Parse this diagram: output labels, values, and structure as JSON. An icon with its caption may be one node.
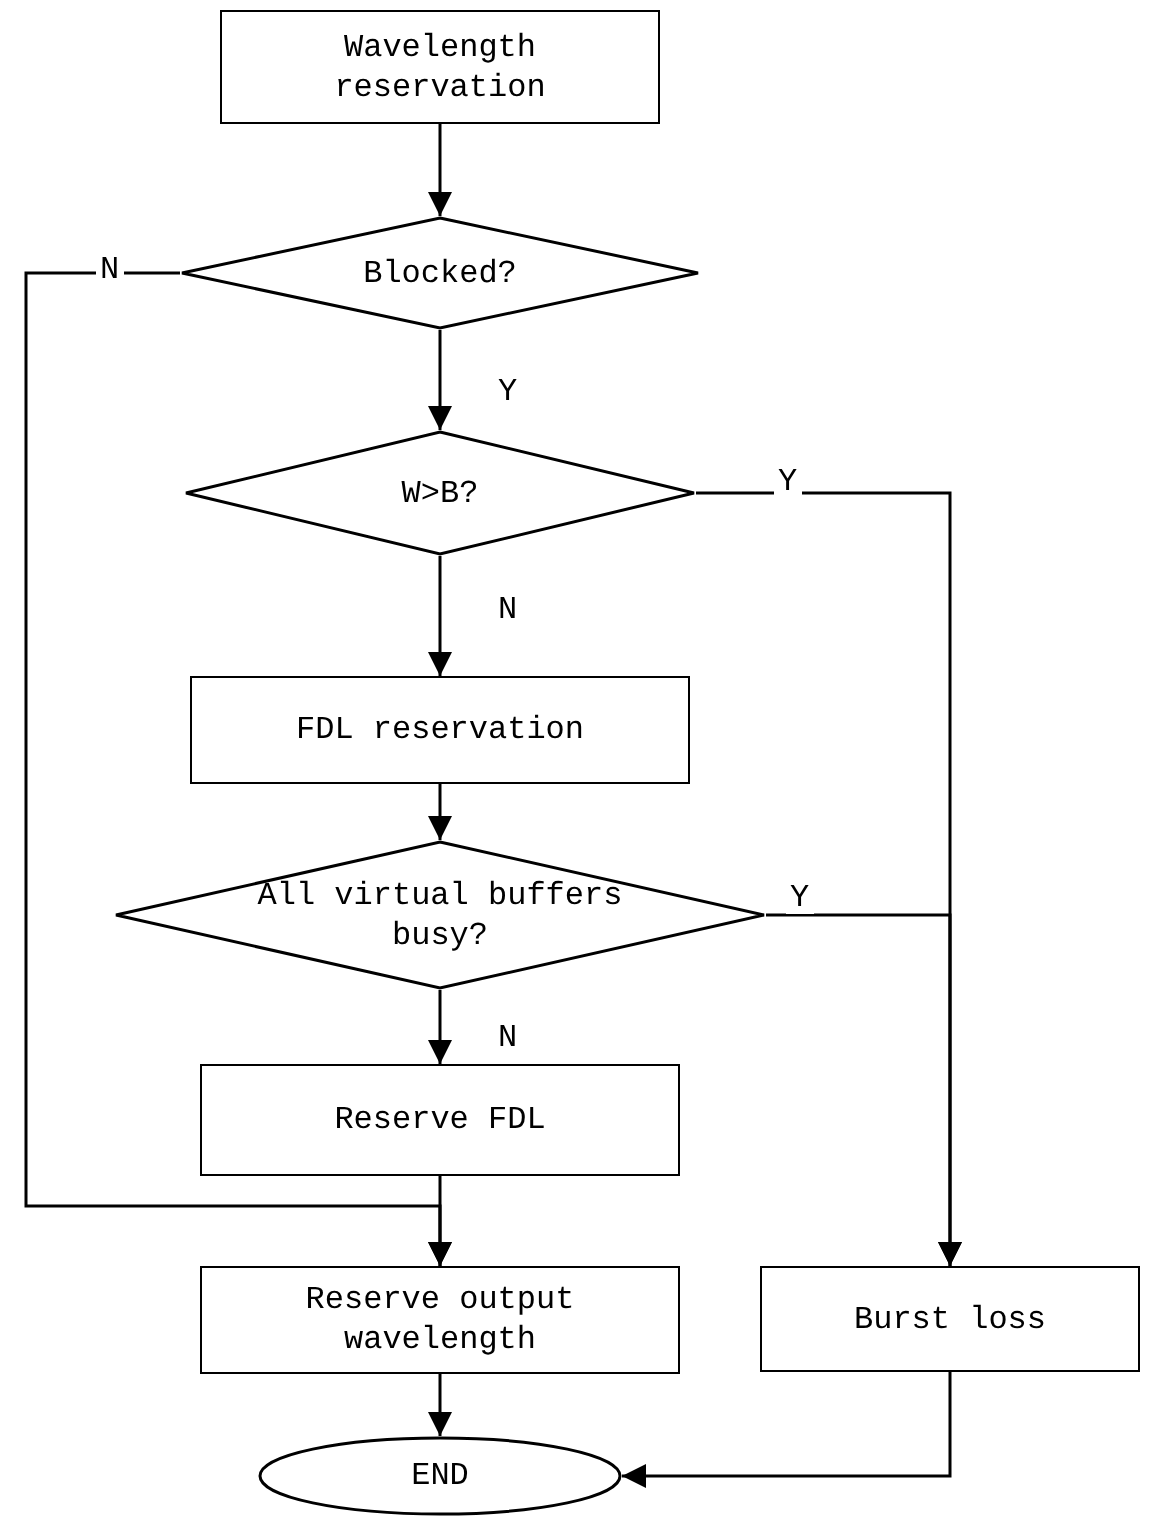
{
  "diagram": {
    "nodes": [
      {
        "text": [
          "Wavelength reservation"
        ]
      },
      {
        "text": [
          "Blocked?"
        ]
      },
      {
        "text": [
          "W>B?"
        ]
      },
      {
        "text": [
          "FDL reservation"
        ]
      },
      {
        "text": [
          "All virtual buffers busy?"
        ]
      },
      {
        "text": [
          "Reserve FDL"
        ]
      },
      {
        "text": [
          "Reserve output wavelength"
        ]
      },
      {
        "text": [
          "Burst loss"
        ]
      },
      {
        "text": [
          "END"
        ]
      }
    ],
    "edges": [
      {
        "from": 0,
        "to": 1,
        "arrow": "to"
      },
      {
        "from": 1,
        "to": 6,
        "arrow": "to",
        "label": "N"
      },
      {
        "from": 1,
        "to": 2,
        "arrow": "to",
        "label": "Y"
      },
      {
        "from": 2,
        "to": 7,
        "arrow": "to",
        "label": "Y"
      },
      {
        "from": 2,
        "to": 3,
        "arrow": "to",
        "label": "N"
      },
      {
        "from": 3,
        "to": 4,
        "arrow": "to"
      },
      {
        "from": 4,
        "to": 7,
        "arrow": "to",
        "label": "Y"
      },
      {
        "from": 4,
        "to": 5,
        "arrow": "to",
        "label": "N"
      },
      {
        "from": 5,
        "to": 6,
        "arrow": "to"
      },
      {
        "from": 6,
        "to": 8,
        "arrow": "to"
      },
      {
        "from": 7,
        "to": 8,
        "arrow": "to"
      }
    ]
  }
}
